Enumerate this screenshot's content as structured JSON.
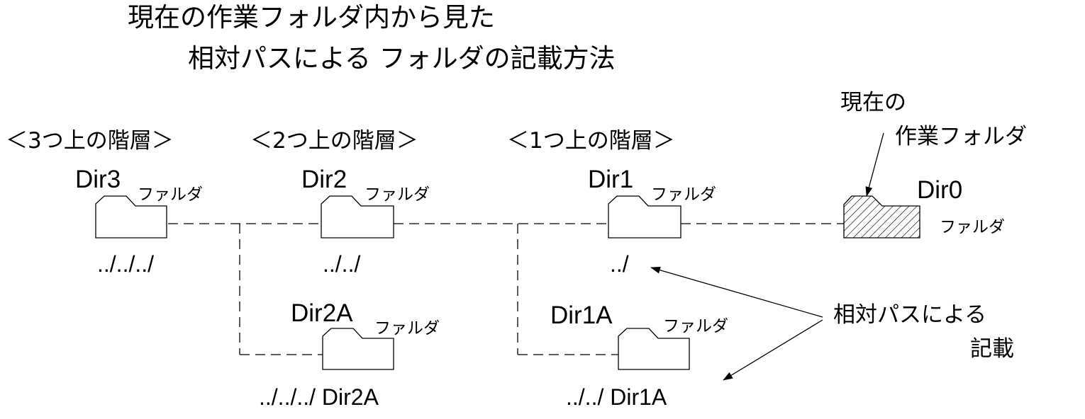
{
  "title": {
    "line1": "現在の作業フォルダ内から見た",
    "line2": "相対パスによる フォルダの記載方法"
  },
  "levels": {
    "level3": "＜3つ上の階層＞",
    "level2": "＜2つ上の階層＞",
    "level1": "＜1つ上の階層＞"
  },
  "current": {
    "label_line1": "現在の",
    "label_line2": "作業フォルダ"
  },
  "folders": {
    "dir3": {
      "name": "Dir3",
      "suffix": "ファルダ",
      "path": "../../../"
    },
    "dir2": {
      "name": "Dir2",
      "suffix": "ファルダ",
      "path": "../../"
    },
    "dir1": {
      "name": "Dir1",
      "suffix": "ファルダ",
      "path": "../"
    },
    "dir0": {
      "name": "Dir0",
      "suffix": "ファルダ"
    },
    "dir2a": {
      "name": "Dir2A",
      "suffix": "ファルダ",
      "path": "../../../ Dir2A"
    },
    "dir1a": {
      "name": "Dir1A",
      "suffix": "ファルダ",
      "path": "../../ Dir1A"
    }
  },
  "note": {
    "line1": "相対パスによる",
    "line2": "記載"
  },
  "colors": {
    "ink": "#000000",
    "background": "#ffffff"
  }
}
